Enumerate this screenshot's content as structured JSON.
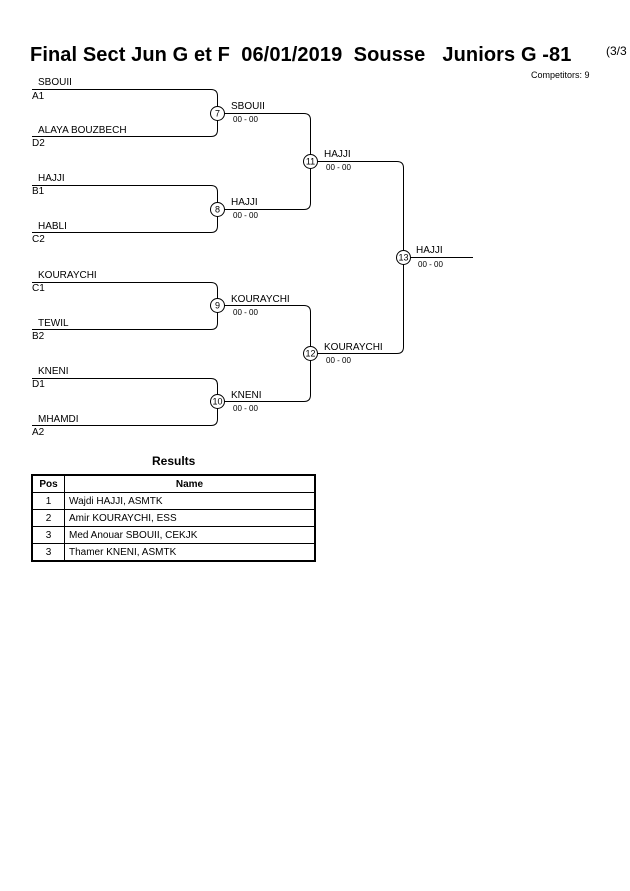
{
  "header": {
    "title": "Final Sect Jun G et F  06/01/2019  Sousse   Juniors G -81",
    "page_indicator": "(3/3",
    "competitors": "Competitors: 9"
  },
  "bracket": {
    "entrants": [
      {
        "name": "SBOUII",
        "seed": "A1"
      },
      {
        "name": "ALAYA BOUZBECH",
        "seed": "D2"
      },
      {
        "name": "HAJJI",
        "seed": "B1"
      },
      {
        "name": "HABLI",
        "seed": "C2"
      },
      {
        "name": "KOURAYCHI",
        "seed": "C1"
      },
      {
        "name": "TEWIL",
        "seed": "B2"
      },
      {
        "name": "KNENI",
        "seed": "D1"
      },
      {
        "name": "MHAMDI",
        "seed": "A2"
      }
    ],
    "round2": [
      {
        "match": "7",
        "winner": "SBOUII",
        "score": "00 - 00"
      },
      {
        "match": "8",
        "winner": "HAJJI",
        "score": "00 - 00"
      },
      {
        "match": "9",
        "winner": "KOURAYCHI",
        "score": "00 - 00"
      },
      {
        "match": "10",
        "winner": "KNENI",
        "score": "00 - 00"
      }
    ],
    "semis": [
      {
        "match": "11",
        "winner": "HAJJI",
        "score": "00 - 00"
      },
      {
        "match": "12",
        "winner": "KOURAYCHI",
        "score": "00 - 00"
      }
    ],
    "final": {
      "match": "13",
      "winner": "HAJJI",
      "score": "00 - 00"
    }
  },
  "results": {
    "title": "Results",
    "headers": {
      "pos": "Pos",
      "name": "Name"
    },
    "rows": [
      {
        "pos": "1",
        "name": "Wajdi HAJJI, ASMTK"
      },
      {
        "pos": "2",
        "name": "Amir KOURAYCHI, ESS"
      },
      {
        "pos": "3",
        "name": "Med Anouar SBOUII, CEKJK"
      },
      {
        "pos": "3",
        "name": "Thamer KNENI, ASMTK"
      }
    ]
  }
}
